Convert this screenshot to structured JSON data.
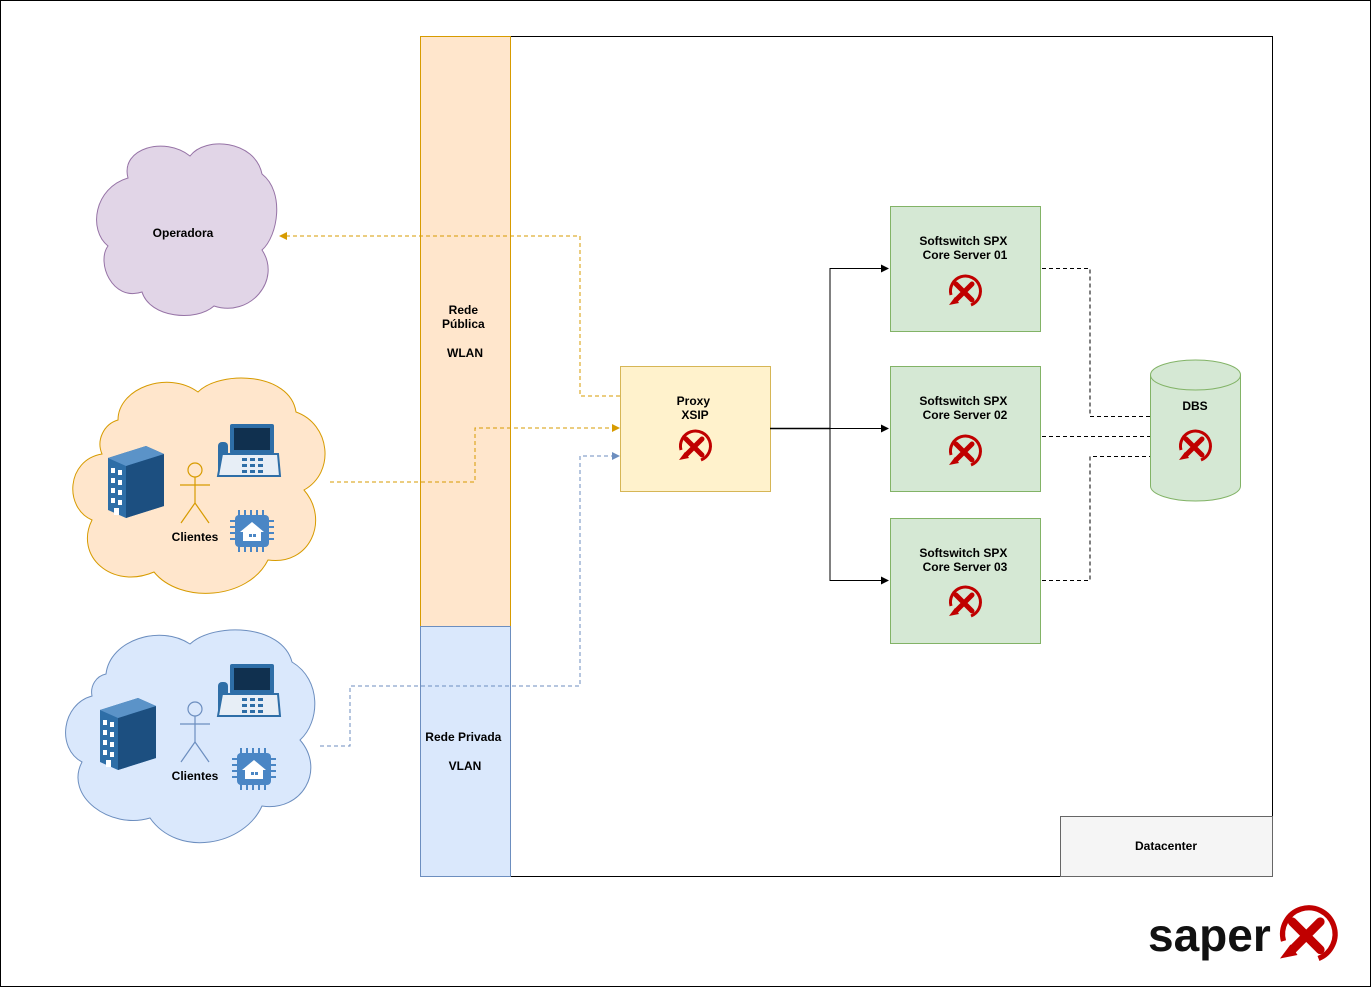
{
  "nodes": {
    "operadora": {
      "label": "Operadora"
    },
    "clientes_publicos": {
      "label": "Clientes"
    },
    "clientes_privados": {
      "label": "Clientes"
    },
    "rede_publica": {
      "lines": [
        "Rede",
        "Pública",
        "",
        "WLAN"
      ]
    },
    "rede_privada": {
      "lines": [
        "Rede Privada",
        "",
        "VLAN"
      ]
    },
    "proxy": {
      "lines": [
        "Proxy",
        "XSIP"
      ]
    },
    "core01": {
      "lines": [
        "Softswitch SPX",
        "Core Server 01"
      ]
    },
    "core02": {
      "lines": [
        "Softswitch SPX",
        "Core Server 02"
      ]
    },
    "core03": {
      "lines": [
        "Softswitch SPX",
        "Core Server 03"
      ]
    },
    "dbs": {
      "label": "DBS"
    },
    "datacenter": {
      "label": "Datacenter"
    }
  },
  "logo": {
    "text": "saper"
  },
  "colors": {
    "public": "#ffe6cc",
    "public_border": "#d79b00",
    "private": "#dae8fc",
    "private_border": "#6c8ebf",
    "cloud_operadora": "#e1d5e7",
    "cloud_operadora_border": "#9673a6",
    "proxy": "#fff2cc",
    "proxy_border": "#d6b656",
    "server": "#d5e8d4",
    "server_border": "#82b366",
    "datacenter": "#f5f5f5",
    "datacenter_border": "#666666",
    "brand_red": "#c00000",
    "icon_blue": "#2e6ea7"
  }
}
